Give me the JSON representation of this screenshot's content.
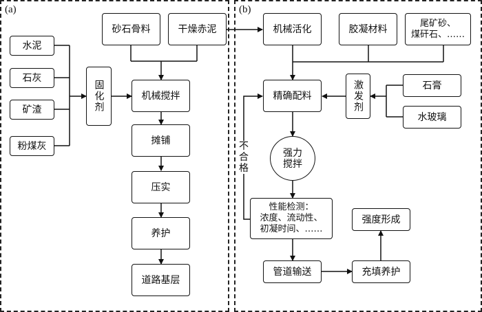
{
  "panel_a": {
    "label": "(a)",
    "inputs": [
      "水泥",
      "石灰",
      "矿渣",
      "粉煤灰"
    ],
    "top_inputs": [
      "砂石骨料",
      "干燥赤泥"
    ],
    "binder": "固化剂",
    "steps": [
      "机械搅拌",
      "摊铺",
      "压实",
      "养护",
      "道路基层"
    ]
  },
  "panel_b": {
    "label": "(b)",
    "top_inputs": [
      "机械活化",
      "胶凝材料",
      "尾矿砂、\n煤矸石、……"
    ],
    "activator": "激发剂",
    "activator_inputs": [
      "石膏",
      "水玻璃"
    ],
    "batching": "精确配料",
    "mixing": "强力\n搅拌",
    "testing": "性能检测：\n浓度、流动性、\n初凝时间、……",
    "reject_label": "不合格",
    "transport": "管道输送",
    "filling": "充填养护",
    "strength": "强度形成"
  }
}
